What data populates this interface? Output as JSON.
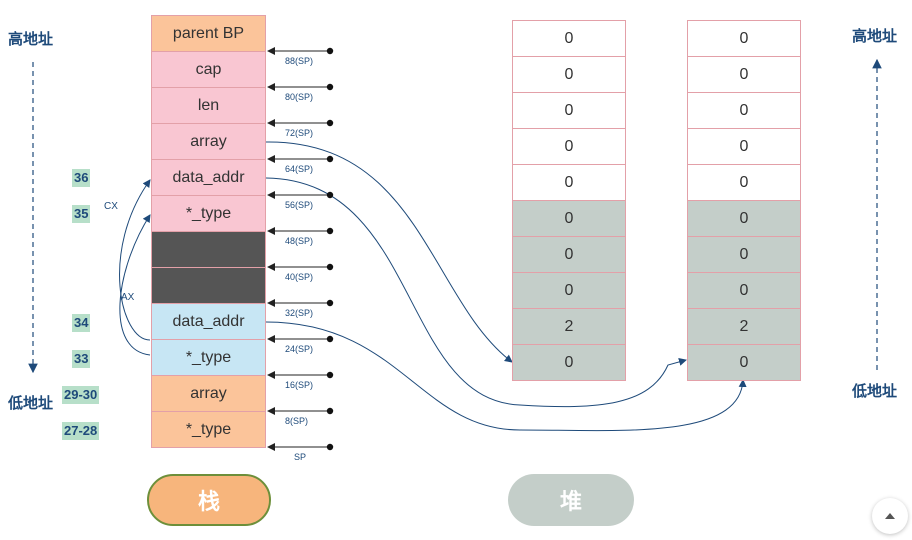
{
  "left_labels": {
    "high": "高地址",
    "low": "低地址"
  },
  "right_labels": {
    "high": "高地址",
    "low": "低地址"
  },
  "stack": {
    "cells": [
      {
        "label": "parent BP",
        "color": "#fbc49a"
      },
      {
        "label": "cap",
        "color": "#f9c6d2"
      },
      {
        "label": "len",
        "color": "#f9c6d2"
      },
      {
        "label": "array",
        "color": "#f9c6d2"
      },
      {
        "label": "data_addr",
        "color": "#f9c6d2"
      },
      {
        "label": "*_type",
        "color": "#f9c6d2"
      },
      {
        "label": "",
        "color": "#555555"
      },
      {
        "label": "",
        "color": "#555555"
      },
      {
        "label": "data_addr",
        "color": "#c7e6f4"
      },
      {
        "label": "*_type",
        "color": "#c7e6f4"
      },
      {
        "label": "array",
        "color": "#fbc49a"
      },
      {
        "label": "*_type",
        "color": "#fbc49a"
      }
    ],
    "offsets": [
      "88(SP)",
      "80(SP)",
      "72(SP)",
      "64(SP)",
      "56(SP)",
      "48(SP)",
      "40(SP)",
      "32(SP)",
      "24(SP)",
      "16(SP)",
      "8(SP)",
      "SP"
    ]
  },
  "side_numbers": [
    "36",
    "35",
    "34",
    "33",
    "29-30",
    "27-28"
  ],
  "register_tags": {
    "cx": "CX",
    "ax": "AX"
  },
  "heap1": [
    "0",
    "0",
    "0",
    "0",
    "0",
    "0",
    "0",
    "0",
    "2",
    "0"
  ],
  "heap2": [
    "0",
    "0",
    "0",
    "0",
    "0",
    "0",
    "0",
    "0",
    "2",
    "0"
  ],
  "colors": {
    "pink": "#f9c6d2",
    "orange": "#fbc49a",
    "blue": "#c7e6f4",
    "dark": "#555555",
    "heap_gray": "#c4cec9",
    "line": "#1e4a7a"
  },
  "buttons": {
    "stack": "栈",
    "heap": "堆"
  },
  "scroll_top_icon": "arrow-up-icon"
}
